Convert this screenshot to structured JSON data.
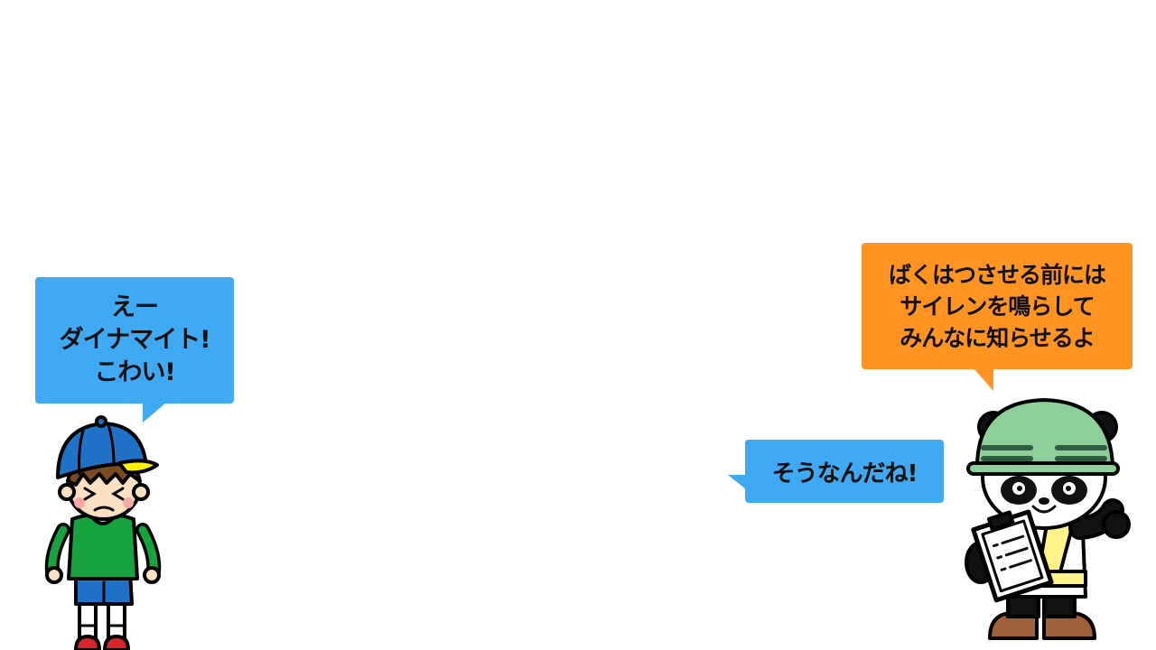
{
  "boy": {
    "speech": [
      "えー",
      "ダイナマイト!",
      "こわい!"
    ]
  },
  "panda": {
    "speech": [
      "ばくはつさせる前には",
      "サイレンを鳴らして",
      "みんなに知らせるよ"
    ]
  },
  "reply": {
    "speech": "そうなんだね!"
  },
  "colors": {
    "blue_bubble": "#40a9f4",
    "orange_bubble": "#ff9423",
    "helmet_green": "#8fcf9b",
    "cap_blue": "#1f72c7",
    "shirt_green": "#16a23e",
    "vest_yellow": "#fff389"
  }
}
